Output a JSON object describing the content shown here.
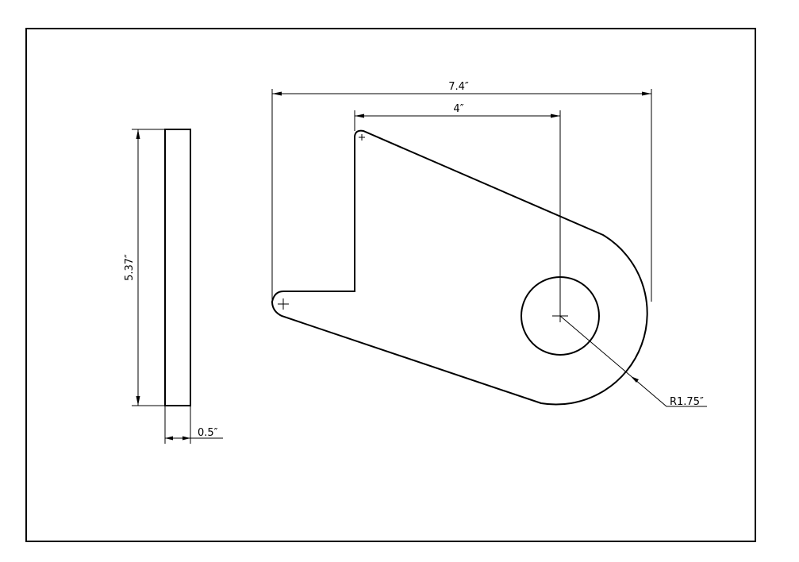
{
  "drawing": {
    "side_view": {
      "height_dimension": "5.37″",
      "thickness_dimension": "0.5″"
    },
    "main_view": {
      "overall_width_dimension": "7.4″",
      "hole_offset_dimension": "4″",
      "radius_dimension": "R1.75″"
    }
  }
}
